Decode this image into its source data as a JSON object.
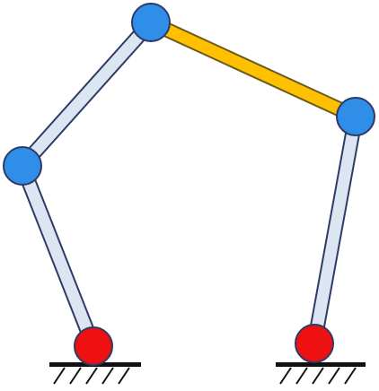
{
  "diagram": {
    "type": "planar-linkage",
    "colors": {
      "background": "#ffffff",
      "link_fill": "#dce6f2",
      "coupler_fill": "#ffc000",
      "outline": "#2f3a66",
      "joint_fill": "#2e8ee8",
      "ground_joint_fill": "#ee1111",
      "ground": "#111111"
    },
    "links": [
      {
        "id": "left-base-link",
        "kind": "rocker"
      },
      {
        "id": "left-upper-link",
        "kind": "rocker"
      },
      {
        "id": "coupler-link",
        "kind": "coupler"
      },
      {
        "id": "right-link",
        "kind": "rocker"
      }
    ],
    "joints": [
      {
        "id": "joint-left-elbow",
        "kind": "revolute"
      },
      {
        "id": "joint-top-left",
        "kind": "revolute"
      },
      {
        "id": "joint-top-right",
        "kind": "revolute"
      }
    ],
    "ground_pivots": [
      {
        "id": "ground-pivot-left"
      },
      {
        "id": "ground-pivot-right"
      }
    ]
  }
}
